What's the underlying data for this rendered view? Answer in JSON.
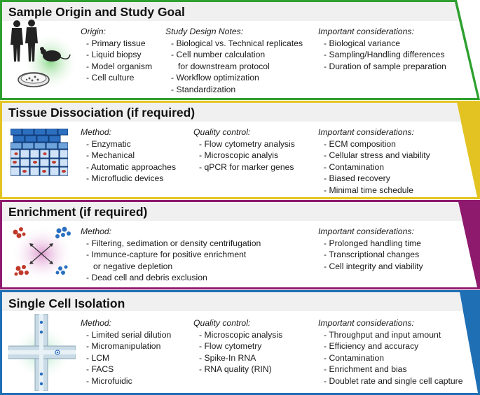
{
  "colors": {
    "panel1": "#2ea02f",
    "panel2": "#e3c321",
    "panel3": "#8e1a6e",
    "panel4": "#1f6fb5",
    "banner": "#f0f0f0"
  },
  "panels": [
    {
      "title": "Sample Origin and Study Goal",
      "icon": "human-mouse-petri-dish-icon",
      "cols": [
        {
          "header": "Origin:",
          "items": [
            "Primary tissue",
            "Liquid biopsy",
            "Model organism",
            "Cell culture"
          ]
        },
        {
          "header": "Study Design Notes:",
          "items": [
            "Biological vs. Technical replicates",
            "Cell number calculation",
            "Workflow optimization",
            "Standardization"
          ],
          "cont": "for downstream protocol"
        },
        {
          "header": "Important considerations:",
          "items": [
            "Biological variance",
            "Sampling/Handling differences",
            "Duration of sample preparation"
          ]
        }
      ]
    },
    {
      "title": "Tissue Dissociation (if required)",
      "icon": "tissue-layers-icon",
      "cols": [
        {
          "header": "Method:",
          "items": [
            "Enzymatic",
            "Mechanical",
            "Automatic approaches",
            "Microfludic devices"
          ]
        },
        {
          "header": "Quality control:",
          "items": [
            "Flow cytometry analysis",
            "Microscopic analyis",
            "qPCR for marker genes"
          ]
        },
        {
          "header": "Important considerations:",
          "items": [
            "ECM composition",
            "Cellular stress and viability",
            "Contamination",
            "Biased recovery",
            "Minimal time schedule"
          ]
        }
      ]
    },
    {
      "title": "Enrichment (if required)",
      "icon": "cell-sorting-icon",
      "cols": [
        {
          "header": "Method:",
          "items": [
            "Filtering, sedimation or density centrifugation",
            "Immunce-capture for positive enrichment",
            "Dead cell and debris exclusion"
          ],
          "cont": "or negative depletion"
        },
        {
          "header": "Important considerations:",
          "items": [
            "Prolonged handling time",
            "Transcriptional changes",
            "Cell integrity and viability"
          ]
        }
      ]
    },
    {
      "title": "Single Cell Isolation",
      "icon": "microfluidic-chip-icon",
      "cols": [
        {
          "header": "Method:",
          "items": [
            "Limited serial dilution",
            "Micromanipulation",
            "LCM",
            "FACS",
            "Microfuidic"
          ]
        },
        {
          "header": "Quality control:",
          "items": [
            "Microscopic analysis",
            "Flow cytometry",
            "Spike-In RNA",
            "RNA quality (RIN)"
          ]
        },
        {
          "header": "Important considerations:",
          "items": [
            "Throughput  and input amount",
            "Efficiency and accuracy",
            "Contamination",
            "Enrichment and bias",
            "Doublet rate and single cell capture"
          ]
        }
      ]
    }
  ]
}
